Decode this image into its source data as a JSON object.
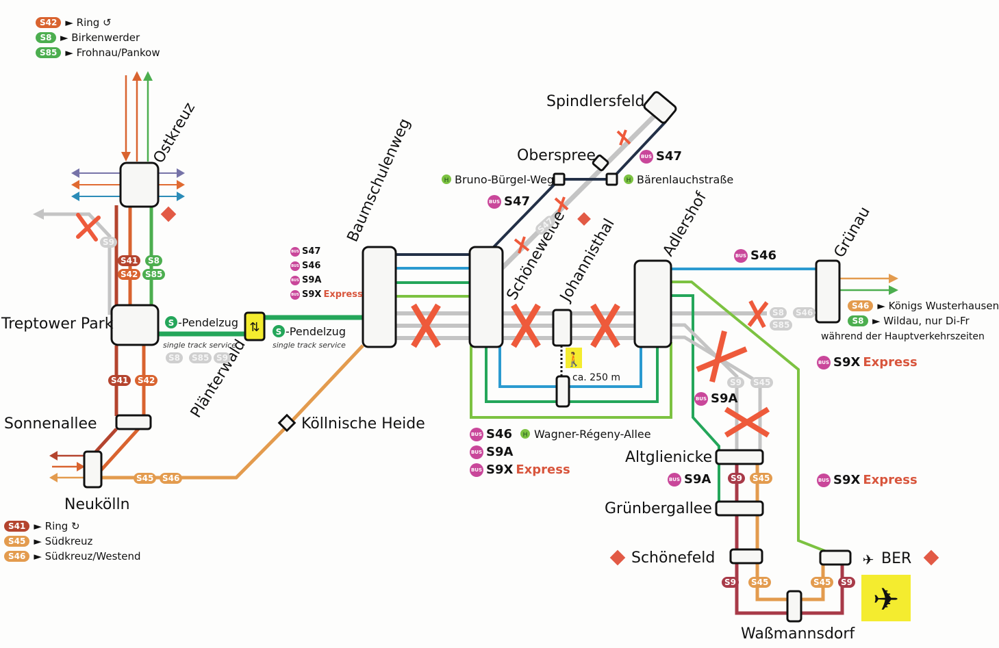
{
  "title": "S-Bahn Ersatzverkehr Südost Berlin",
  "colors": {
    "s41": "#b4442e",
    "s42": "#d9632f",
    "s45": "#e39b4e",
    "s46": "#e39b4e",
    "s8": "#4cae4f",
    "s85": "#4cae4f",
    "s9": "#a83a48",
    "s47": "#233047",
    "blue": "#2b9ad0",
    "green": "#24a65a",
    "lime": "#7cc241",
    "gray": "#c4c4c4",
    "cross": "#ee5a3b",
    "bus": "#c9479a",
    "db": "#e25a45",
    "yellow": "#f4ec2f"
  },
  "legend_top": [
    {
      "line": "S42",
      "color": "#d9632f",
      "text": "► Ring ↺"
    },
    {
      "line": "S8",
      "color": "#4cae4f",
      "text": "► Birkenwerder"
    },
    {
      "line": "S85",
      "color": "#4cae4f",
      "text": "► Frohnau/Pankow"
    }
  ],
  "legend_bottom": [
    {
      "line": "S41",
      "color": "#b4442e",
      "text": "► Ring ↻"
    },
    {
      "line": "S45",
      "color": "#e39b4e",
      "text": "► Südkreuz"
    },
    {
      "line": "S46",
      "color": "#e39b4e",
      "text": "► Südkreuz/Westend"
    }
  ],
  "legend_gruenau": [
    {
      "line": "S46",
      "color": "#e39b4e",
      "text": "► Königs Wusterhausen"
    },
    {
      "line": "S8",
      "color": "#4cae4f",
      "text": "► Wildau, nur Di-Fr"
    }
  ],
  "gruenau_note": "während der Hauptverkehrszeiten",
  "stations": {
    "ostkreuz": "Ostkreuz",
    "treptower_park": "Treptower Park",
    "sonnenallee": "Sonnenallee",
    "neukoelln": "Neukölln",
    "plaenterwald": "Plänterwald",
    "koellnische_heide": "Köllnische Heide",
    "baumschulenweg": "Baumschulenweg",
    "schoeneweide": "Schöneweide",
    "spindlersfeld": "Spindlersfeld",
    "oberspree": "Oberspree",
    "johannisthal": "Johannisthal",
    "adlershof": "Adlershof",
    "gruenau": "Grünau",
    "altglienicke": "Altglienicke",
    "gruenbergallee": "Grünbergallee",
    "schoenefeld": "Schönefeld",
    "ber": "BER",
    "wassmannsdorf": "Waßmannsdorf"
  },
  "bus_stops": {
    "bruno": "Bruno-Bürgel-Weg",
    "baerenlauch": "Bärenlauchstraße",
    "wagner": "Wagner-Régeny-Allee"
  },
  "shuttle": {
    "label": "-Pendelzug",
    "sub": "single track service"
  },
  "walk": "ca. 250 m",
  "bus_labels": {
    "s47": "S47",
    "s46": "S46",
    "s9a": "S9A",
    "s9x": "S9X",
    "express": "Express",
    "bus": "BUS"
  },
  "line_badges": {
    "s41": "S41",
    "s42": "S42",
    "s8": "S8",
    "s85": "S85",
    "s9": "S9",
    "s45": "S45",
    "s46": "S46",
    "s47": "S47"
  },
  "misc": {
    "db": "Bahn",
    "h": "H",
    "s": "S"
  }
}
